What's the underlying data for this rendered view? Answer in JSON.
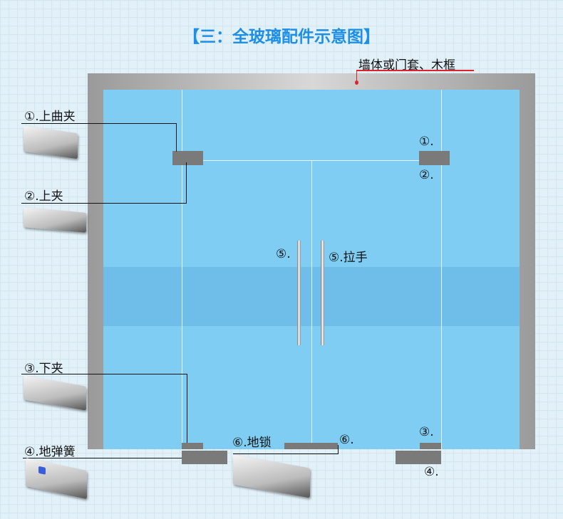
{
  "title": "【三：全玻璃配件示意图】",
  "wall_label": "墙体或门套、木框",
  "labels": {
    "upper_curved_clamp": "①.上曲夹",
    "upper_clamp": "②.上夹",
    "lower_clamp": "③.下夹",
    "floor_spring": "④.地弹簧",
    "floor_lock": "⑥.地锁",
    "floor_lock_right": "⑥.",
    "handle_left": "⑤.",
    "handle_right": "⑤.拉手",
    "r1": "①.",
    "r2": "②.",
    "r3": "③.",
    "r4": "④."
  },
  "colors": {
    "title": "#1e8fe6",
    "glass": "#7fcdf3",
    "pointer": "#e0202a"
  }
}
